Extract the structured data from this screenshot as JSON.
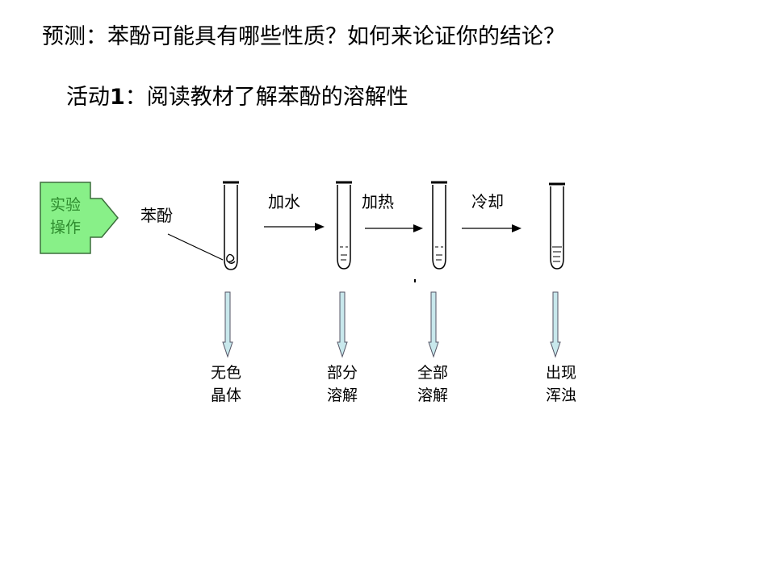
{
  "slide": {
    "title": "预测：苯酚可能具有哪些性质？如何来论证你的结论？",
    "activity_label": "活动",
    "activity_number": "1",
    "activity_text": "：阅读教材了解苯酚的溶解性"
  },
  "diagram": {
    "box_line1": "实验",
    "box_line2": "操作",
    "box_color": "#88f088",
    "box_text_color": "#2e8b2e",
    "reagent_label": "苯酚",
    "steps": [
      "加水",
      "加热",
      "冷却"
    ],
    "results": [
      {
        "line1": "无色",
        "line2": "晶体"
      },
      {
        "line1": "部分",
        "line2": "溶解"
      },
      {
        "line1": "全部",
        "line2": "溶解"
      },
      {
        "line1": "出现",
        "line2": "浑浊"
      }
    ],
    "down_arrow_fill": "#c8e8ec"
  }
}
